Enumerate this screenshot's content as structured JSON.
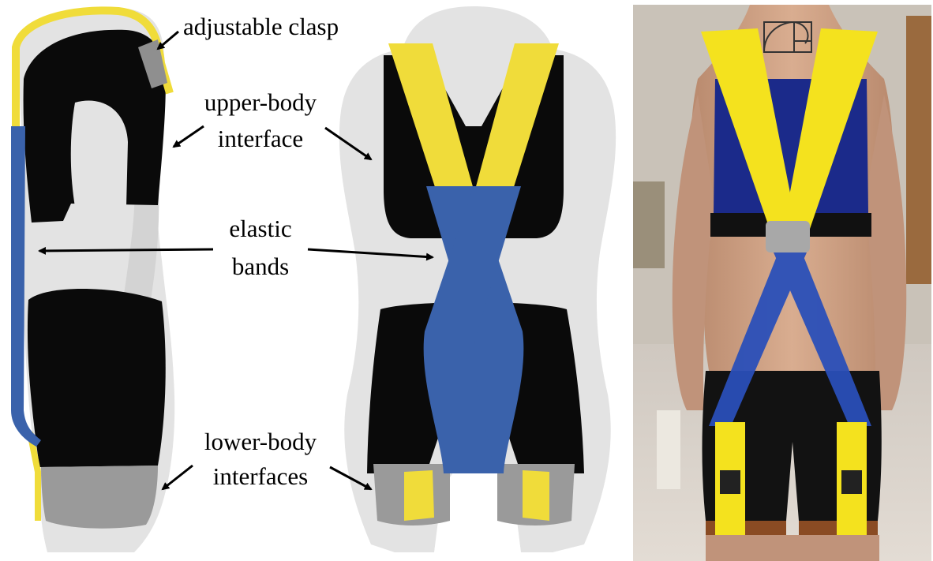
{
  "labels": {
    "clasp": "adjustable clasp",
    "upper_line1": "upper-body",
    "upper_line2": "interface",
    "elastic_line1": "elastic",
    "elastic_line2": "bands",
    "lower_line1": "lower-body",
    "lower_line2": "interfaces"
  },
  "colors": {
    "background": "#ffffff",
    "silhouette": "#e3e3e3",
    "interface": "#0a0a0a",
    "strap": "#f0dc3a",
    "elastic": "#3a62ab",
    "thigh_cuff": "#9a9a9a",
    "clasp": "#8f8f8f",
    "arrow": "#000000"
  },
  "photo": {
    "tattoo_icon": "golden-spiral-tattoo-icon"
  }
}
